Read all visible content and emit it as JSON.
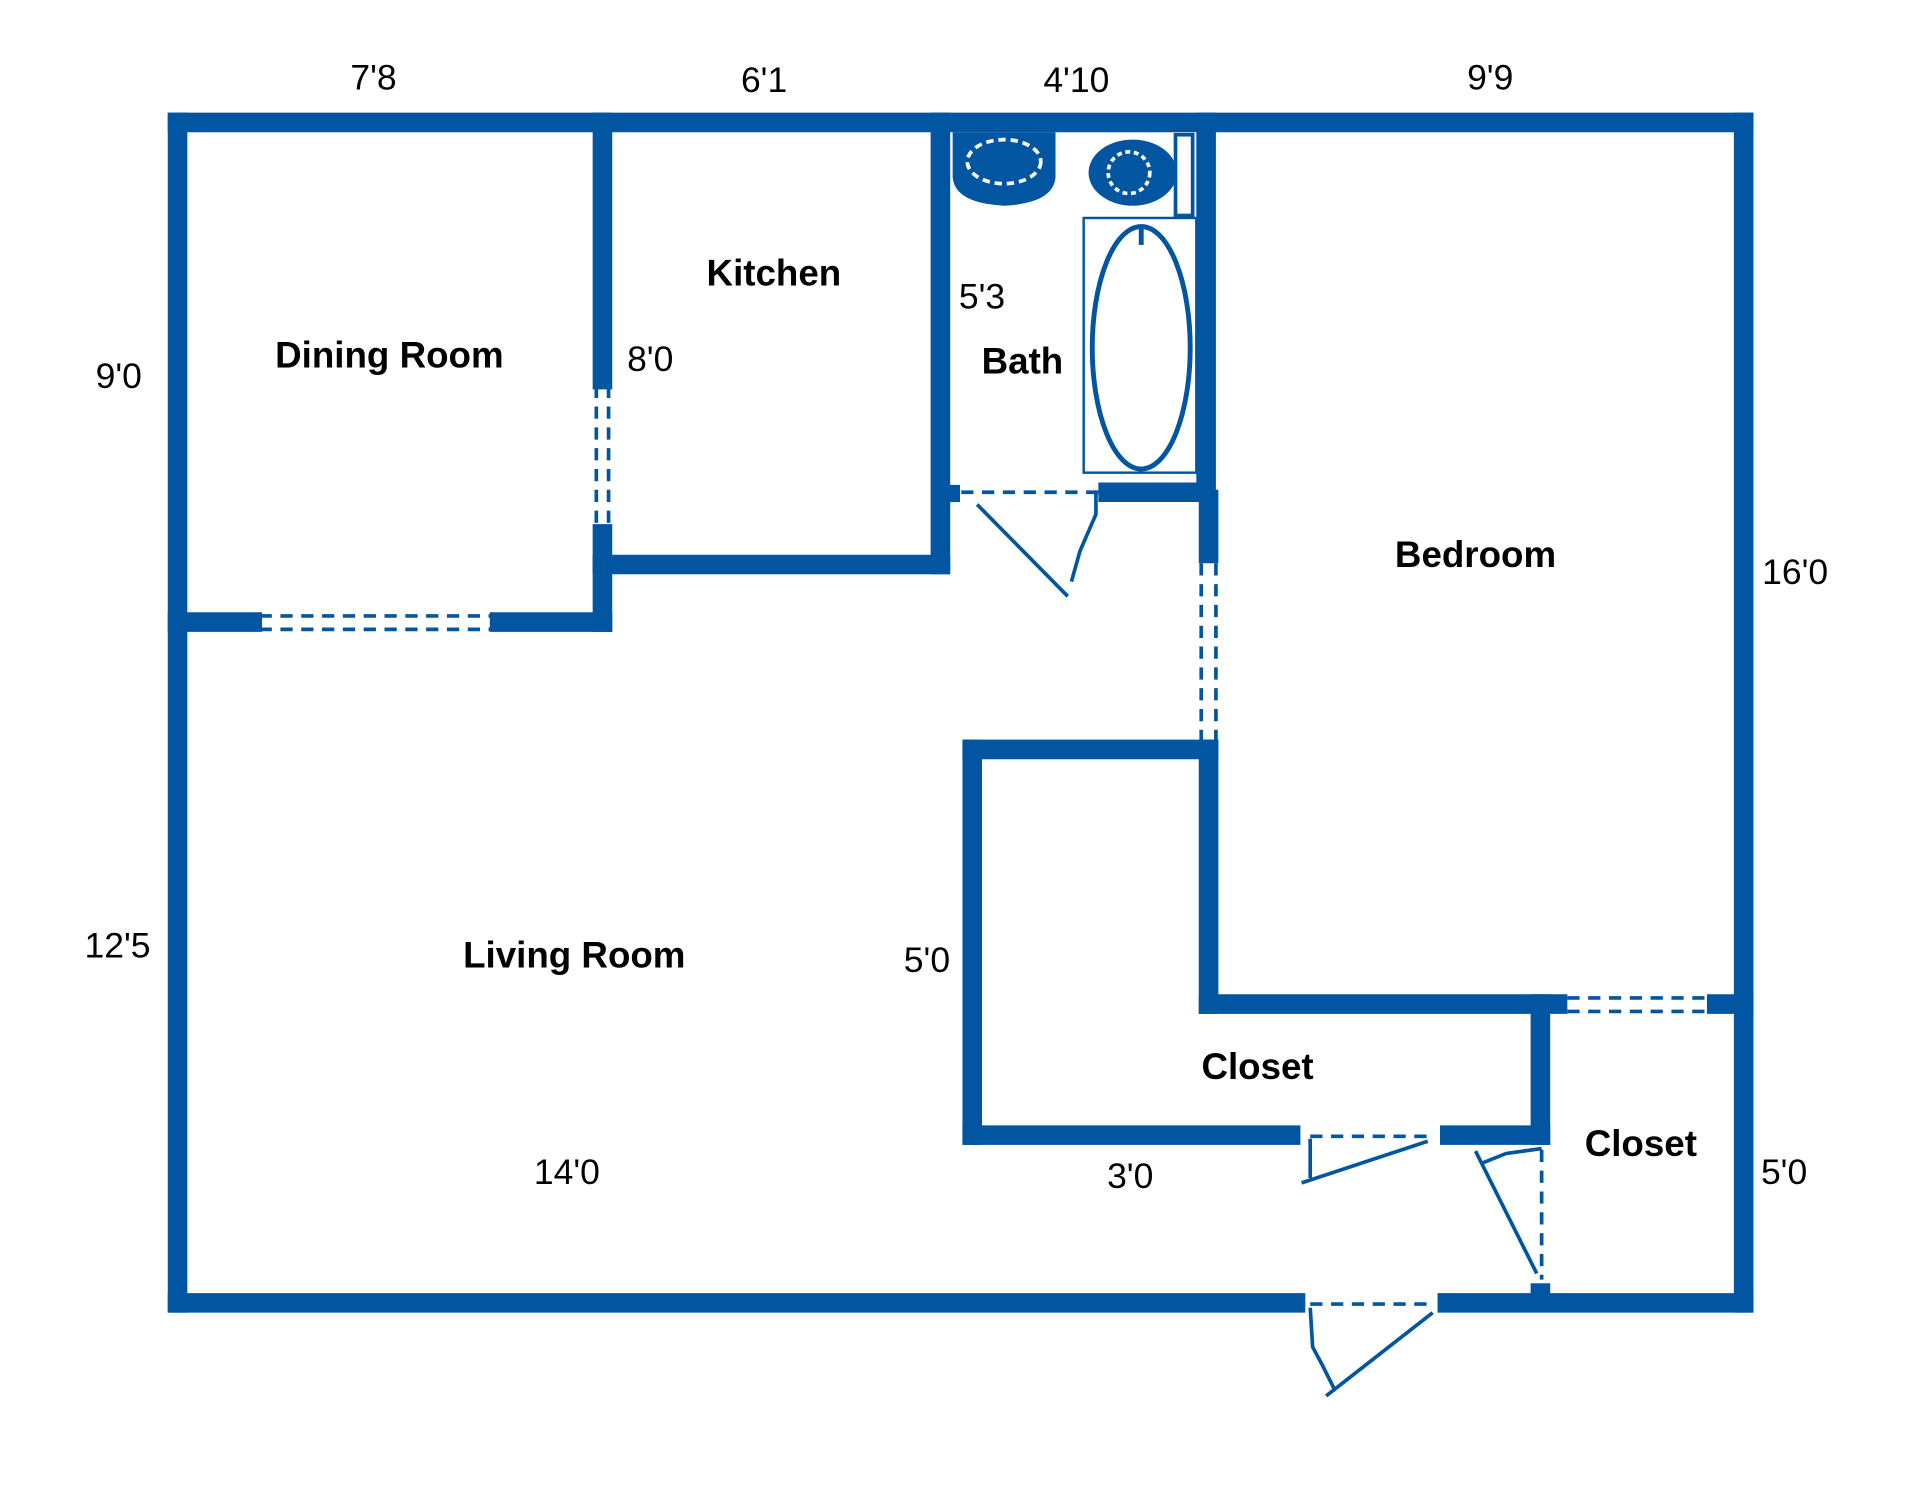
{
  "plan": {
    "wall_color": "#0255a0",
    "rooms": {
      "dining_room": "Dining Room",
      "kitchen": "Kitchen",
      "bath": "Bath",
      "bedroom": "Bedroom",
      "living_room": "Living Room",
      "closet_1": "Closet",
      "closet_2": "Closet"
    },
    "dimensions": {
      "top_dining": "7'8",
      "top_kitchen": "6'1",
      "top_bath": "4'10",
      "top_bedroom": "9'9",
      "left_dining": "9'0",
      "left_living": "12'5",
      "kitchen_depth": "8'0",
      "bath_depth": "5'3",
      "bedroom_depth": "16'0",
      "living_width": "14'0",
      "closet_depth": "5'0",
      "closet_width": "3'0",
      "small_closet_depth": "5'0"
    }
  }
}
